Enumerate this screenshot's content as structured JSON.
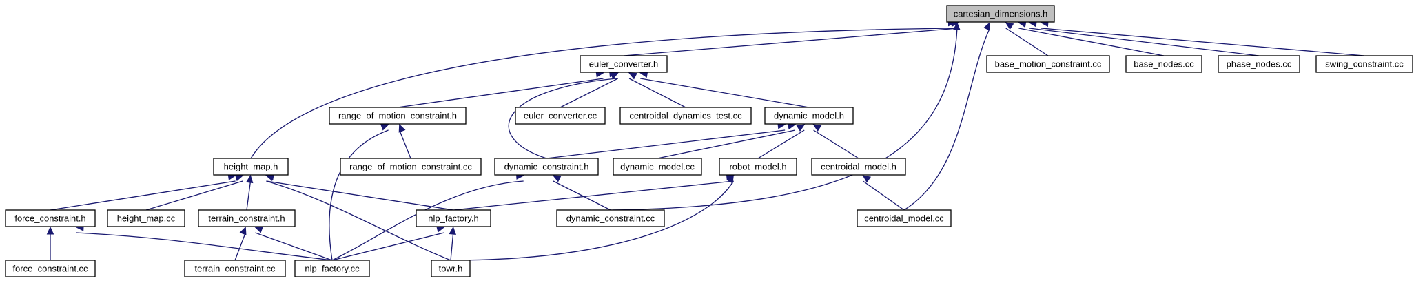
{
  "colors": {
    "edge": "#191970",
    "box_fill": "#ffffff",
    "root_fill": "#bfbfbf",
    "border": "#000000"
  },
  "nodes": [
    {
      "id": "cartesian_dimensions",
      "label": "cartesian_dimensions.h",
      "root": true
    },
    {
      "id": "euler_converter",
      "label": "euler_converter.h"
    },
    {
      "id": "base_motion_constraint",
      "label": "base_motion_constraint.cc"
    },
    {
      "id": "base_nodes",
      "label": "base_nodes.cc"
    },
    {
      "id": "phase_nodes",
      "label": "phase_nodes.cc"
    },
    {
      "id": "swing_constraint",
      "label": "swing_constraint.cc"
    },
    {
      "id": "range_of_motion_constraint_h",
      "label": "range_of_motion_constraint.h"
    },
    {
      "id": "euler_converter_cc",
      "label": "euler_converter.cc"
    },
    {
      "id": "centroidal_dynamics_test",
      "label": "centroidal_dynamics_test.cc"
    },
    {
      "id": "dynamic_model_h",
      "label": "dynamic_model.h"
    },
    {
      "id": "height_map_h",
      "label": "height_map.h"
    },
    {
      "id": "range_of_motion_constraint_cc",
      "label": "range_of_motion_constraint.cc"
    },
    {
      "id": "dynamic_constraint_h",
      "label": "dynamic_constraint.h"
    },
    {
      "id": "dynamic_model_cc",
      "label": "dynamic_model.cc"
    },
    {
      "id": "robot_model",
      "label": "robot_model.h"
    },
    {
      "id": "centroidal_model_h",
      "label": "centroidal_model.h"
    },
    {
      "id": "force_constraint_h",
      "label": "force_constraint.h"
    },
    {
      "id": "height_map_cc",
      "label": "height_map.cc"
    },
    {
      "id": "terrain_constraint_h",
      "label": "terrain_constraint.h"
    },
    {
      "id": "nlp_factory_h",
      "label": "nlp_factory.h"
    },
    {
      "id": "dynamic_constraint_cc",
      "label": "dynamic_constraint.cc"
    },
    {
      "id": "centroidal_model_cc",
      "label": "centroidal_model.cc"
    },
    {
      "id": "force_constraint_cc",
      "label": "force_constraint.cc"
    },
    {
      "id": "terrain_constraint_cc",
      "label": "terrain_constraint.cc"
    },
    {
      "id": "nlp_factory_cc",
      "label": "nlp_factory.cc"
    },
    {
      "id": "towr",
      "label": "towr.h"
    }
  ],
  "edges": [
    {
      "from": "height_map_h",
      "to": "cartesian_dimensions"
    },
    {
      "from": "euler_converter",
      "to": "cartesian_dimensions"
    },
    {
      "from": "base_motion_constraint",
      "to": "cartesian_dimensions"
    },
    {
      "from": "base_nodes",
      "to": "cartesian_dimensions"
    },
    {
      "from": "phase_nodes",
      "to": "cartesian_dimensions"
    },
    {
      "from": "swing_constraint",
      "to": "cartesian_dimensions"
    },
    {
      "from": "dynamic_constraint_cc",
      "to": "cartesian_dimensions"
    },
    {
      "from": "centroidal_model_cc",
      "to": "cartesian_dimensions"
    },
    {
      "from": "range_of_motion_constraint_h",
      "to": "euler_converter"
    },
    {
      "from": "euler_converter_cc",
      "to": "euler_converter"
    },
    {
      "from": "centroidal_dynamics_test",
      "to": "euler_converter"
    },
    {
      "from": "dynamic_model_h",
      "to": "euler_converter"
    },
    {
      "from": "dynamic_constraint_h",
      "to": "euler_converter"
    },
    {
      "from": "range_of_motion_constraint_cc",
      "to": "range_of_motion_constraint_h"
    },
    {
      "from": "nlp_factory_cc",
      "to": "range_of_motion_constraint_h"
    },
    {
      "from": "dynamic_constraint_h",
      "to": "dynamic_model_h"
    },
    {
      "from": "dynamic_model_cc",
      "to": "dynamic_model_h"
    },
    {
      "from": "robot_model",
      "to": "dynamic_model_h"
    },
    {
      "from": "centroidal_model_h",
      "to": "dynamic_model_h"
    },
    {
      "from": "force_constraint_h",
      "to": "height_map_h"
    },
    {
      "from": "height_map_cc",
      "to": "height_map_h"
    },
    {
      "from": "terrain_constraint_h",
      "to": "height_map_h"
    },
    {
      "from": "nlp_factory_h",
      "to": "height_map_h"
    },
    {
      "from": "towr",
      "to": "height_map_h"
    },
    {
      "from": "dynamic_constraint_cc",
      "to": "dynamic_constraint_h"
    },
    {
      "from": "nlp_factory_cc",
      "to": "dynamic_constraint_h"
    },
    {
      "from": "nlp_factory_h",
      "to": "robot_model"
    },
    {
      "from": "towr",
      "to": "robot_model"
    },
    {
      "from": "centroidal_model_cc",
      "to": "centroidal_model_h"
    },
    {
      "from": "force_constraint_cc",
      "to": "force_constraint_h"
    },
    {
      "from": "nlp_factory_cc",
      "to": "force_constraint_h"
    },
    {
      "from": "terrain_constraint_cc",
      "to": "terrain_constraint_h"
    },
    {
      "from": "nlp_factory_cc",
      "to": "terrain_constraint_h"
    },
    {
      "from": "nlp_factory_cc",
      "to": "nlp_factory_h"
    },
    {
      "from": "towr",
      "to": "nlp_factory_h"
    }
  ]
}
